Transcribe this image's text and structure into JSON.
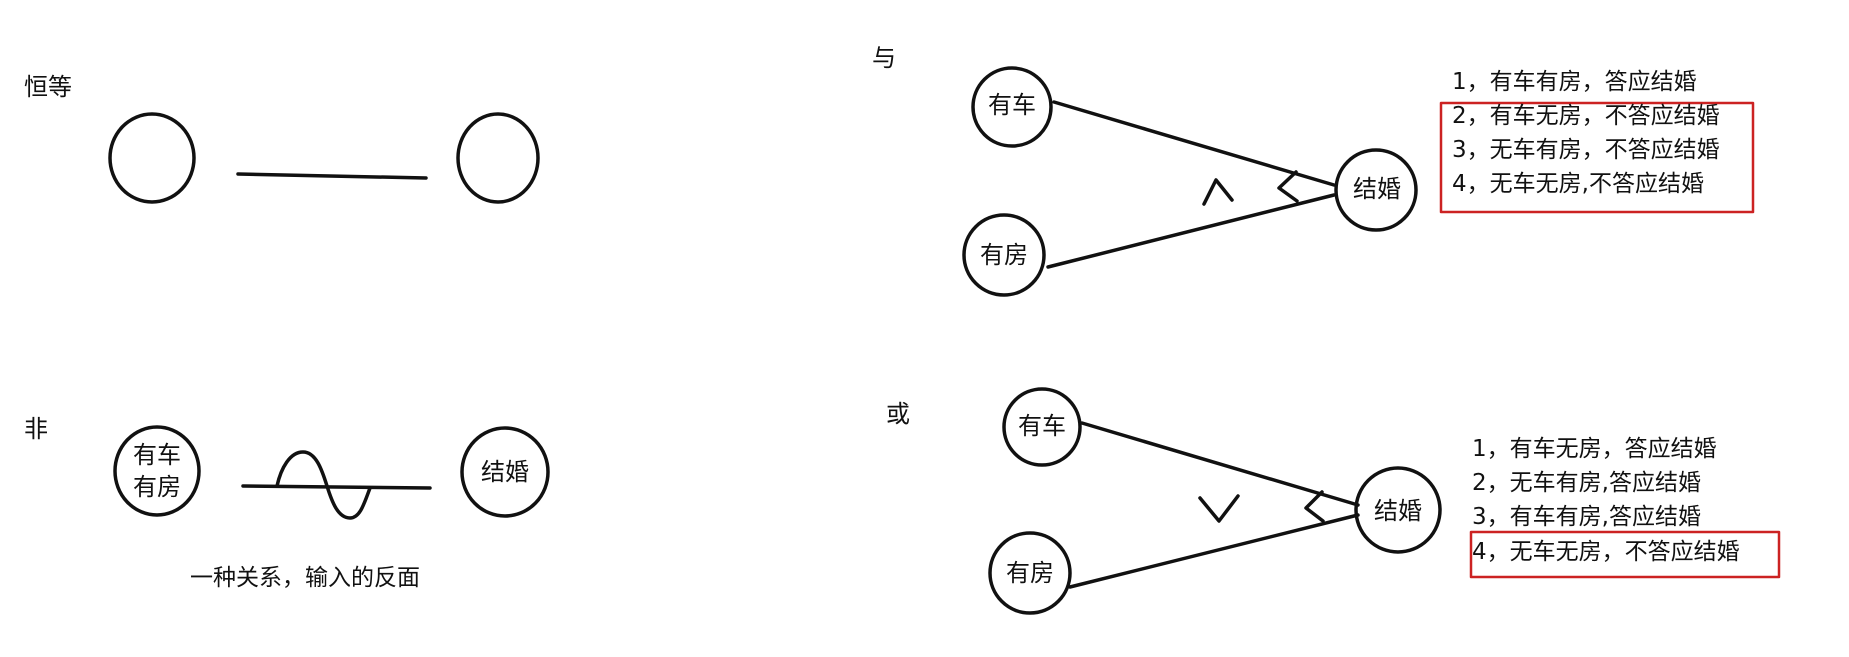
{
  "colors": {
    "ink": "#111111",
    "highlight_box": "#cc2222",
    "background": "#ffffff"
  },
  "identity": {
    "label": "恒等"
  },
  "not": {
    "label": "非",
    "input_line1": "有车",
    "input_line2": "有房",
    "output": "结婚",
    "caption": "一种关系，输入的反面"
  },
  "and": {
    "label": "与",
    "input_a": "有车",
    "input_b": "有房",
    "output": "结婚",
    "symbol": "∧",
    "rules": [
      "1，有车有房，答应结婚",
      "2，有车无房，不答应结婚",
      "3，无车有房，不答应结婚",
      "4，无车无房,不答应结婚"
    ]
  },
  "or": {
    "label": "或",
    "input_a": "有车",
    "input_b": "有房",
    "output": "结婚",
    "symbol": "∨",
    "rules": [
      "1，有车无房，答应结婚",
      "2，无车有房,答应结婚",
      "3，有车有房,答应结婚",
      "4，无车无房，不答应结婚"
    ]
  }
}
